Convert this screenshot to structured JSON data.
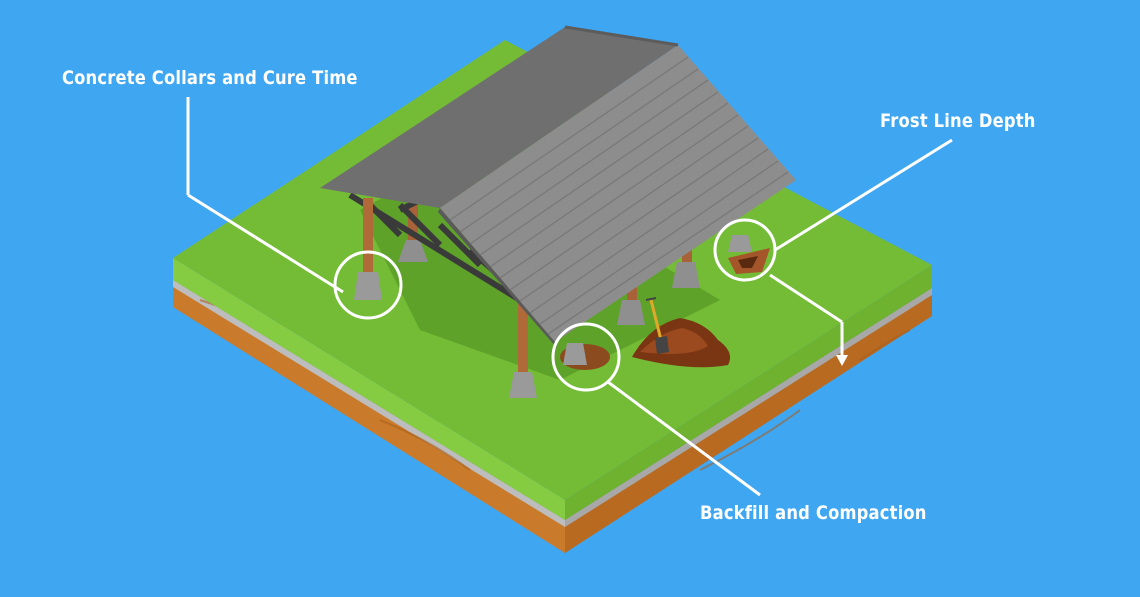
{
  "colors": {
    "background": "#3fa6f2",
    "grass_top": "#7ec63d",
    "grass_dark": "#5ea22a",
    "soil": "#c97a2a",
    "roof": "#8c8c8c",
    "post": "#b06a3a",
    "footing": "#9a9a9a",
    "callout": "#ffffff"
  },
  "callouts": [
    {
      "id": "concrete-collars",
      "label": "Concrete Collars and Cure Time",
      "icon": "circle-highlight"
    },
    {
      "id": "frost-line",
      "label": "Frost Line Depth",
      "icon": "circle-highlight"
    },
    {
      "id": "backfill",
      "label": "Backfill and Compaction",
      "icon": "circle-highlight"
    }
  ],
  "scene": {
    "structure": "open-sided pole shed",
    "items": [
      "shovel-icon",
      "dirt-pile-icon",
      "frost-arrow-icon"
    ]
  }
}
